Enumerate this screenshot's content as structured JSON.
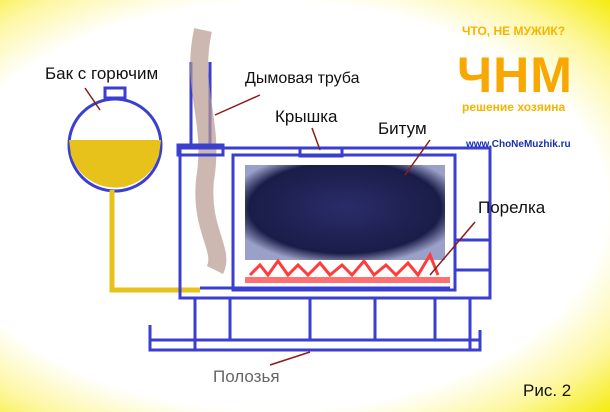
{
  "labels": {
    "tank": "Бак с горючим",
    "chimney": "Дымовая труба",
    "lid": "Крышка",
    "bitumen": "Битум",
    "burner": "Порелка",
    "runners": "Полозья"
  },
  "logo": {
    "tagline": "ЧТО, НЕ МУЖИК?",
    "name": "ЧНМ",
    "subtitle": "решение хозяина",
    "url": "www.ChoNeMuzhik.ru"
  },
  "figure": "Рис. 2",
  "colors": {
    "frame": "#3a3fd0",
    "fuel": "#e6c21a",
    "bitumen": "#1e2150",
    "flame": "#ff3b3b",
    "arrow": "#8b1a1a"
  }
}
